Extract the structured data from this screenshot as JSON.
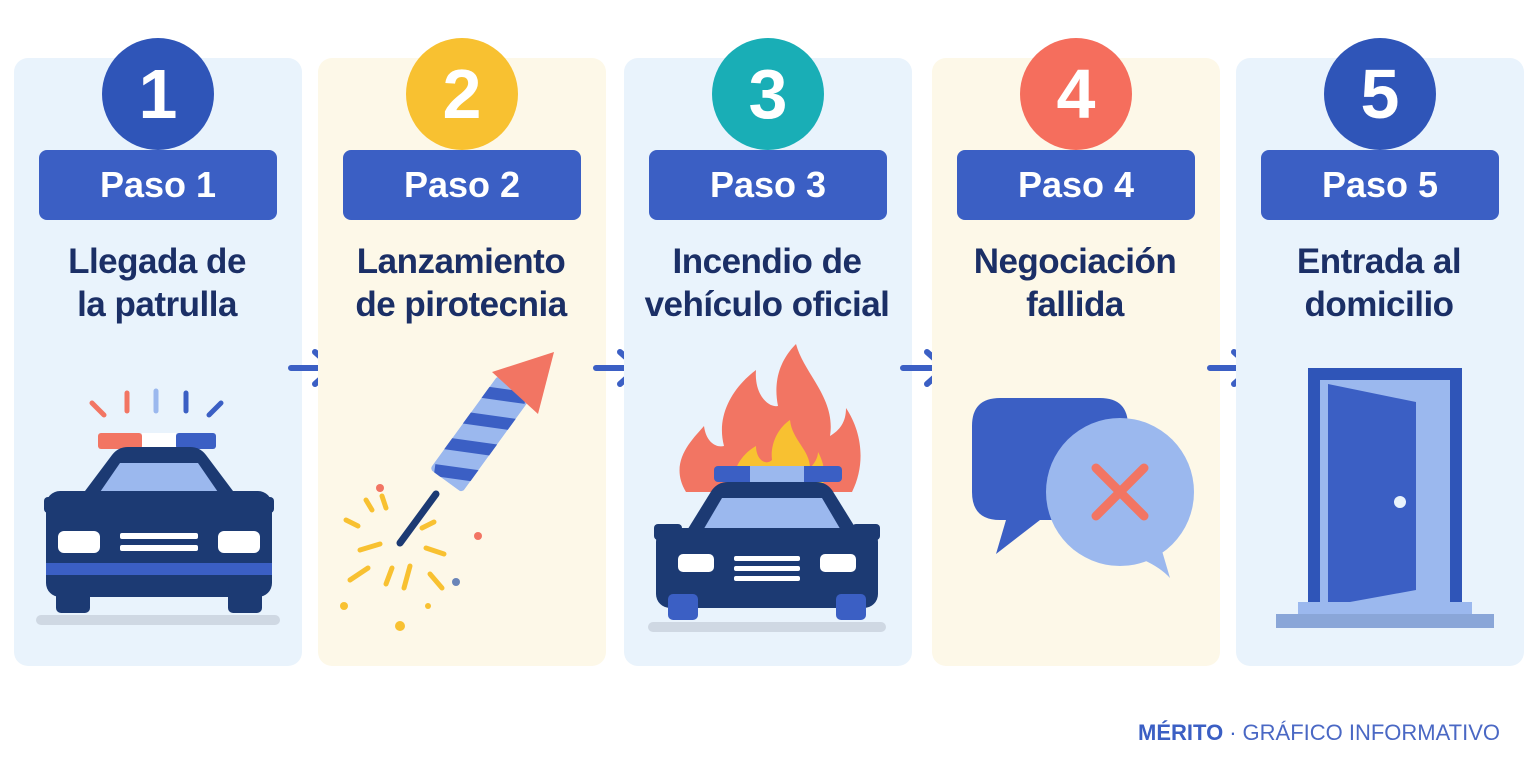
{
  "steps": [
    {
      "number": "1",
      "step_label": "Paso 1",
      "title_lines": [
        "Llegada de",
        "la patrulla"
      ],
      "icon": "police-car-icon",
      "circle_color": "#2f55b8",
      "panel": "blue"
    },
    {
      "number": "2",
      "step_label": "Paso 2",
      "title_lines": [
        "Lanzamiento",
        "de pirotecnia"
      ],
      "icon": "firework-rocket-icon",
      "circle_color": "#f8c131",
      "panel": "cream"
    },
    {
      "number": "3",
      "step_label": "Paso 3",
      "title_lines": [
        "Incendio de",
        "vehículo oficial"
      ],
      "icon": "burning-car-icon",
      "circle_color": "#19aeb6",
      "panel": "blue"
    },
    {
      "number": "4",
      "step_label": "Paso 4",
      "title_lines": [
        "Negociación",
        "fallida"
      ],
      "icon": "failed-chat-icon",
      "circle_color": "#f56e5d",
      "panel": "cream"
    },
    {
      "number": "5",
      "step_label": "Paso 5",
      "title_lines": [
        "Entrada al",
        "domicilio"
      ],
      "icon": "open-door-icon",
      "circle_color": "#2f55b8",
      "panel": "blue"
    }
  ],
  "colors": {
    "badge": "#3b5fc4",
    "title_text": "#1b2f66",
    "arrow": "#3b5fc4",
    "car_dark": "#1c3a73",
    "accent_red": "#f27563",
    "accent_yellow": "#f8c131"
  },
  "footer": {
    "brand": "MÉRITO",
    "separator": "·",
    "kind": "GRÁFICO INFORMATIVO"
  }
}
